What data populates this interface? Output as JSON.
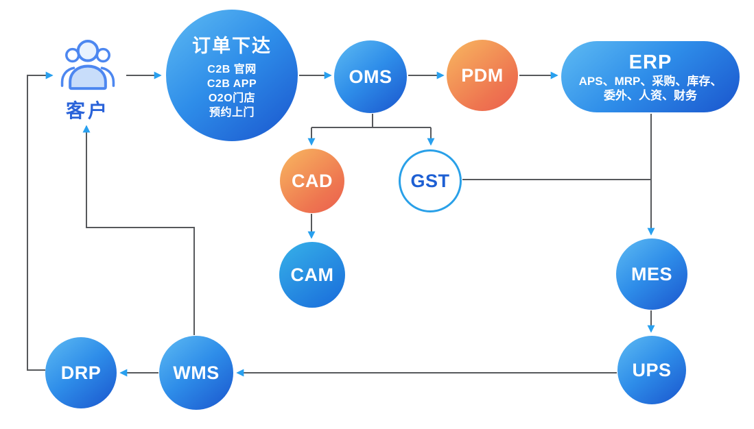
{
  "nodes": {
    "customer": {
      "label": "客户"
    },
    "order": {
      "title": "订单下达",
      "lines": [
        "C2B 官网",
        "C2B APP",
        "O2O门店",
        "预约上门"
      ]
    },
    "oms": {
      "label": "OMS"
    },
    "pdm": {
      "label": "PDM"
    },
    "erp": {
      "title": "ERP",
      "lines": [
        "APS、MRP、采购、库存、",
        "委外、人资、财务"
      ]
    },
    "cad": {
      "label": "CAD"
    },
    "gst": {
      "label": "GST"
    },
    "cam": {
      "label": "CAM"
    },
    "mes": {
      "label": "MES"
    },
    "ups": {
      "label": "UPS"
    },
    "wms": {
      "label": "WMS"
    },
    "drp": {
      "label": "DRP"
    }
  },
  "icons": {
    "customer_group_icon": "people-group"
  },
  "colors": {
    "blue_gradient_start": "#5ab7f2",
    "blue_gradient_end": "#1a55cd",
    "orange_gradient_start": "#f7b35f",
    "orange_gradient_end": "#eb5f4e",
    "erp_gradient_start": "#2aa3ee",
    "erp_gradient_end": "#0d63cf",
    "gst_border": "#29a0e8",
    "gst_text": "#1d5fd3",
    "connector_line": "#56585b",
    "arrowhead": "#28a0ef",
    "customer_text": "#2a63d9",
    "node_text": "#ffffff"
  }
}
